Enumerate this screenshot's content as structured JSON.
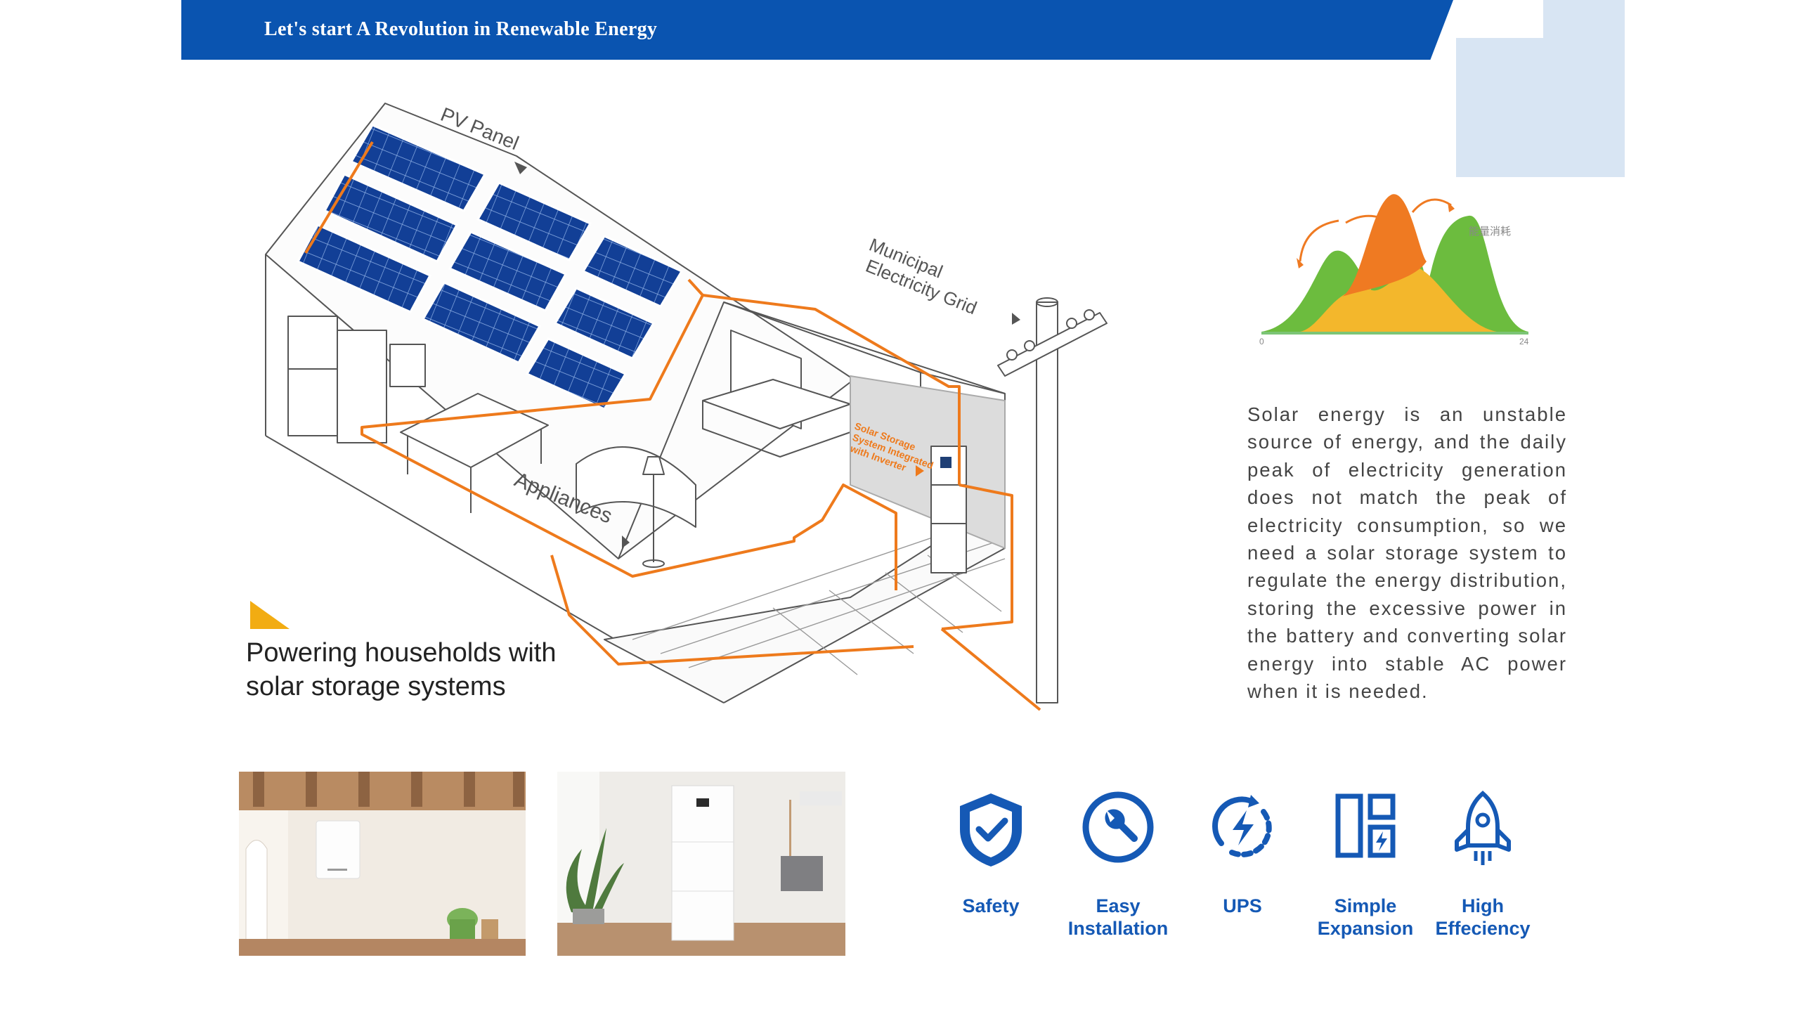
{
  "banner": {
    "title": "Let's start A Revolution in Renewable Energy"
  },
  "diagram": {
    "pv_label": "PV Panel",
    "grid_label_line1": "Municipal",
    "grid_label_line2": "Electricity Grid",
    "appliances_label": "Appliances",
    "storage_line1": "Solar Storage",
    "storage_line2": "System Integrated",
    "storage_line3": "with Inverter"
  },
  "headline": {
    "line1": "Powering households with",
    "line2": "solar storage systems"
  },
  "energy_chart": {
    "legend": "能量消耗",
    "x_start": "0",
    "x_end": "24"
  },
  "description": "Solar energy is an unstable source of energy, and the daily peak of electricity generation does not match the peak of electricity consumption, so we need a solar storage system to regulate the energy distribution, storing the excessive power in the battery and converting solar energy into stable AC power when it is needed.",
  "features": [
    {
      "line1": "Safety",
      "line2": "",
      "icon": "shield-check-icon"
    },
    {
      "line1": "Easy",
      "line2": "Installation",
      "icon": "wrench-icon"
    },
    {
      "line1": "UPS",
      "line2": "",
      "icon": "ups-bolt-icon"
    },
    {
      "line1": "Simple",
      "line2": "Expansion",
      "icon": "expansion-icon"
    },
    {
      "line1": "High",
      "line2": "Effeciency",
      "icon": "rocket-icon"
    }
  ],
  "colors": {
    "brand_blue": "#0a54b0",
    "icon_blue": "#1559b5",
    "wire_orange": "#ee7a1c",
    "light_blue": "#d8e5f3"
  }
}
